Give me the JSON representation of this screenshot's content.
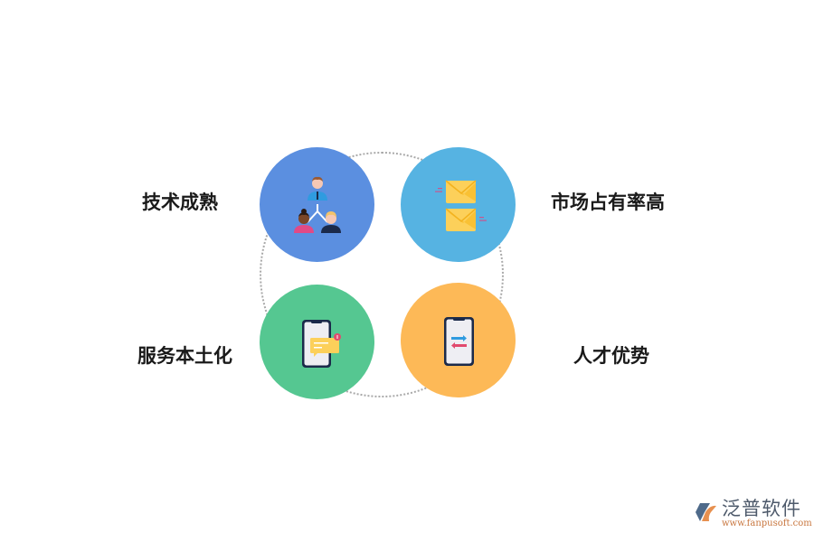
{
  "diagram": {
    "ring": {
      "style": "dotted",
      "color": "#a9a9a9"
    },
    "nodes": [
      {
        "id": "top-left",
        "label": "技术成熟",
        "icon": "team-hierarchy-icon",
        "color": "#5b8fe0"
      },
      {
        "id": "top-right",
        "label": "市场占有率高",
        "icon": "envelopes-icon",
        "color": "#56b3e2"
      },
      {
        "id": "bottom-left",
        "label": "服务本土化",
        "icon": "phone-message-icon",
        "color": "#55c791"
      },
      {
        "id": "bottom-right",
        "label": "人才优势",
        "icon": "phone-transfer-icon",
        "color": "#fdb957"
      }
    ]
  },
  "watermark": {
    "name": "泛普软件",
    "url": "www.fanpusoft.com",
    "icon": "fanpu-logo-icon"
  }
}
